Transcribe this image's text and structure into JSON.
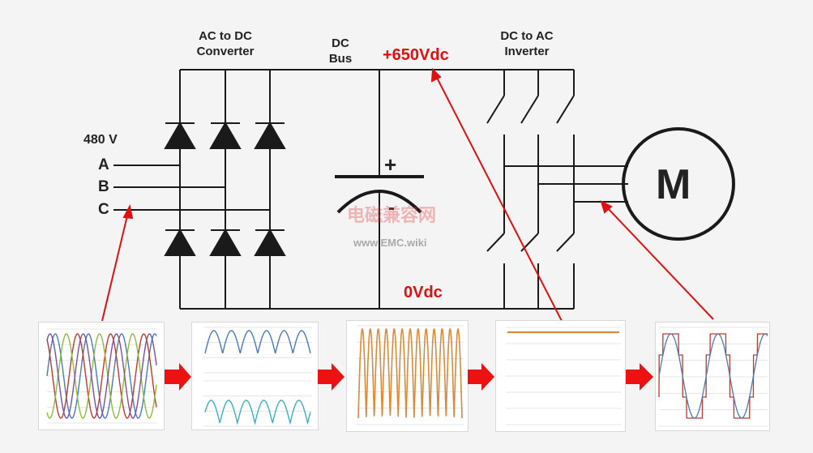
{
  "labels": {
    "ac_dc_converter": "AC to DC\nConverter",
    "dc_bus": "DC\nBus",
    "dc_ac_inverter": "DC to AC\nInverter",
    "voltage_in": "480 V",
    "phase_a": "A",
    "phase_b": "B",
    "phase_c": "C",
    "positive_rail": "+650Vdc",
    "zero_rail": "0Vdc",
    "cap_plus": "+",
    "cap_minus": "-",
    "motor": "M"
  },
  "watermark": {
    "cn": "电磁兼容网",
    "url": "www.EMC.wiki"
  },
  "colors": {
    "line": "#1a1a1a",
    "accent_red": "#e01010",
    "wave_blue": "#4a7ab5",
    "wave_red": "#c0392b",
    "wave_green": "#8dbb3c",
    "wave_purple": "#7b4fa0",
    "wave_teal": "#3aafc0",
    "wave_orange": "#d98a3a"
  },
  "panels": [
    {
      "name": "three-phase-ac-chart",
      "content": "three sinusoidal phases (blue, red, green) plus purple"
    },
    {
      "name": "rectified-halves-chart",
      "content": "upper rectified wave (blue) and lower rectified wave (teal)"
    },
    {
      "name": "rectified-ripple-chart",
      "content": "full-wave rectified ripple (orange)"
    },
    {
      "name": "dc-bus-chart",
      "content": "flat DC level (orange)"
    },
    {
      "name": "inverter-output-chart",
      "content": "stepped PWM output (red) with sine (blue)"
    }
  ]
}
